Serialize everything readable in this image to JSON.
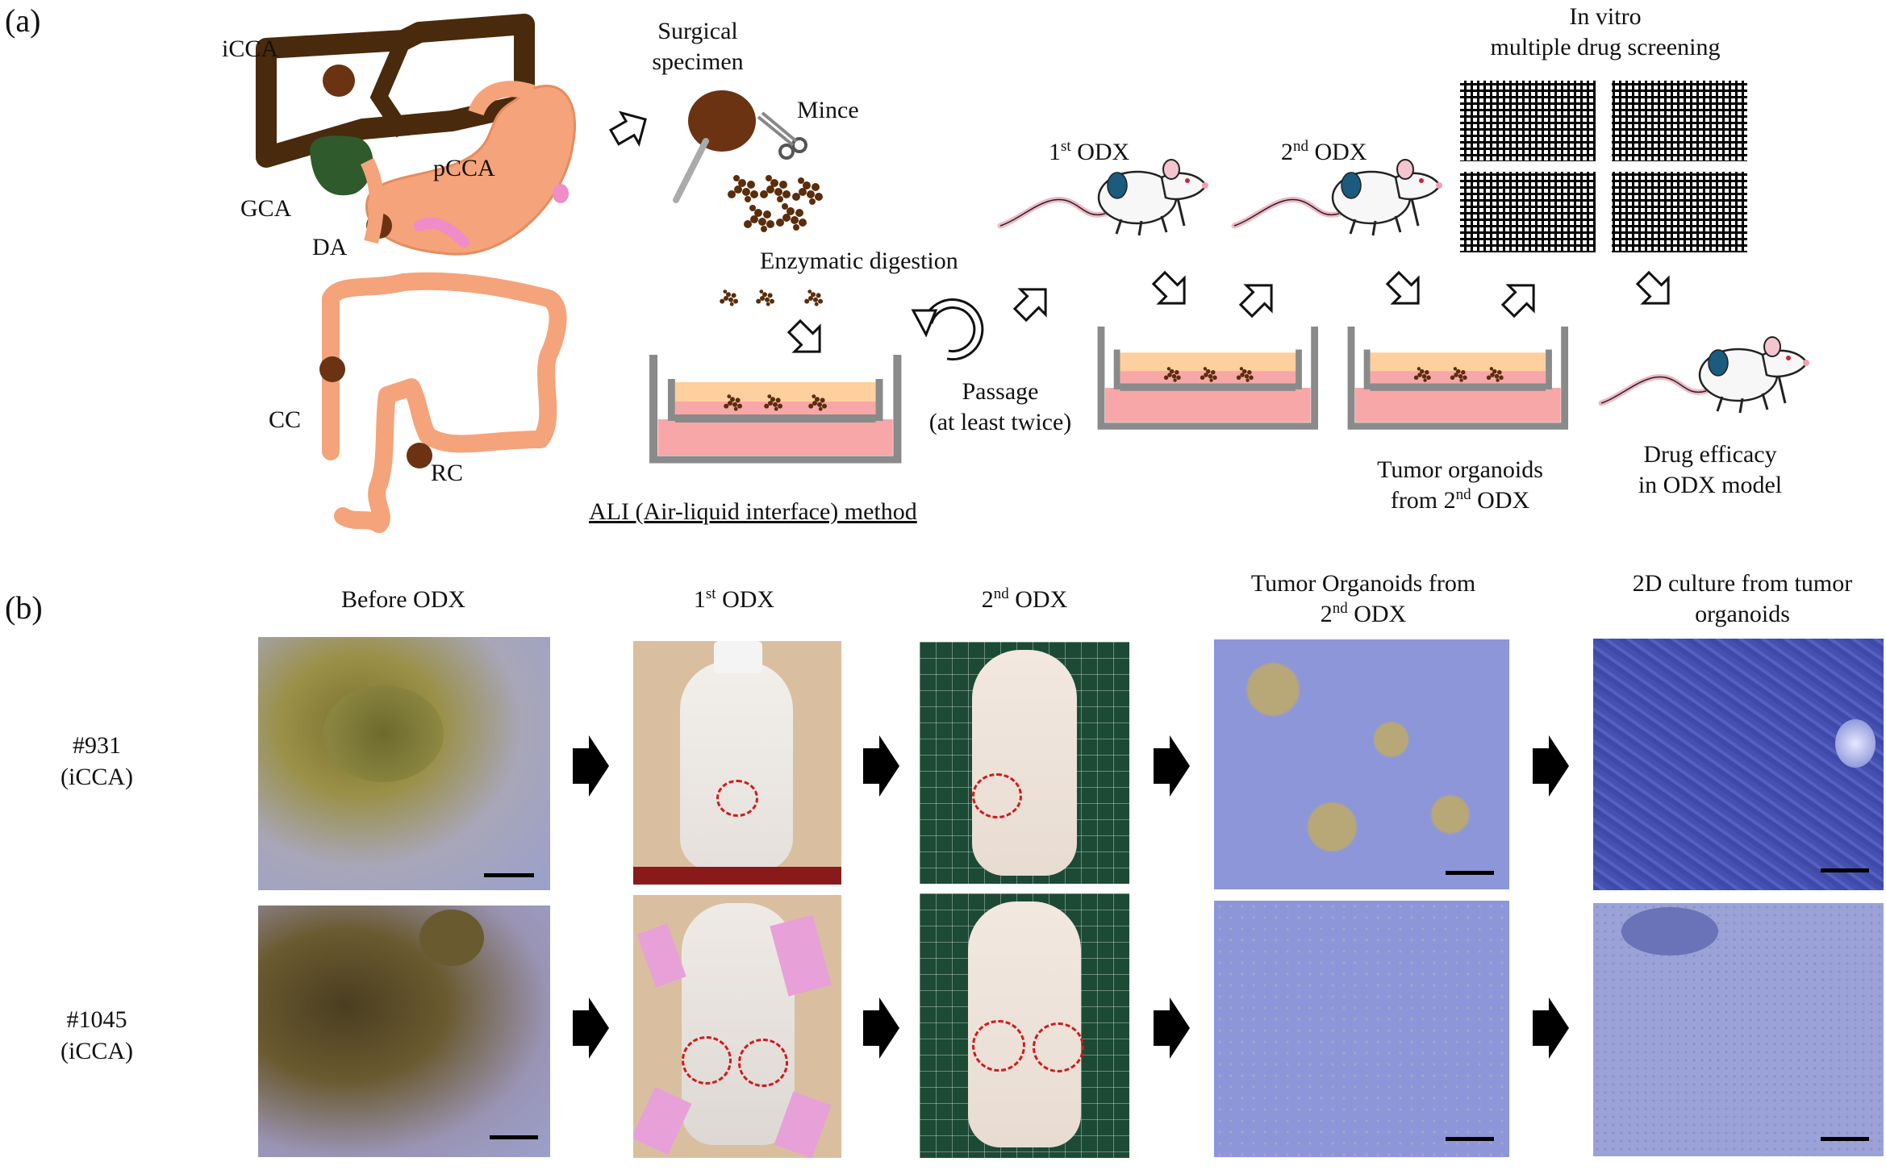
{
  "panel_a": {
    "tag": "(a)",
    "organs": {
      "iCCA": "iCCA",
      "pCCA": "pCCA",
      "GCA": "GCA",
      "DA": "DA",
      "CC": "CC",
      "RC": "RC"
    },
    "surgical_specimen": "Surgical\nspecimen",
    "mince": "Mince",
    "enzymatic_digestion": "Enzymatic digestion",
    "ali_method": "ALI (Air-liquid interface) method",
    "passage": "Passage\n(at least twice)",
    "odx1": {
      "sup": "st",
      "pre": "1",
      "post": " ODX"
    },
    "odx2": {
      "sup": "nd",
      "pre": "2",
      "post": " ODX"
    },
    "in_vitro": "In vitro\nmultiple drug screening",
    "tumor_organoids": {
      "line1": "Tumor organoids",
      "pre": "from 2",
      "sup": "nd",
      "post": " ODX"
    },
    "drug_efficacy": "Drug efficacy\nin ODX model"
  },
  "panel_b": {
    "tag": "(b)",
    "columns": {
      "before": "Before ODX",
      "odx1": {
        "pre": "1",
        "sup": "st",
        "post": " ODX"
      },
      "odx2": {
        "pre": "2",
        "sup": "nd",
        "post": " ODX"
      },
      "organoids": {
        "line1": "Tumor Organoids from",
        "pre": "2",
        "sup": "nd",
        "post": " ODX"
      },
      "culture2d": "2D culture from tumor\norganoids"
    },
    "rows": [
      {
        "id": "#931",
        "type": "(iCCA)"
      },
      {
        "id": "#1045",
        "type": "(iCCA)"
      }
    ]
  },
  "colors": {
    "liver": "#4a2a0c",
    "gallbladder": "#2f5a2c",
    "organ_orange": "#f5a37a",
    "tumor": "#6b3312",
    "pink": "#f08cc8",
    "well_gray": "#8a8a8a",
    "medium_top": "#ffcf9e",
    "medium_bottom": "#f7a7a7",
    "micro_blue": "#8d96d8",
    "micro_brown": "#8a7a3a",
    "mat_green": "#1c4a35",
    "mat_beige": "#d9bfa0",
    "circle_red": "#d21a1a"
  }
}
